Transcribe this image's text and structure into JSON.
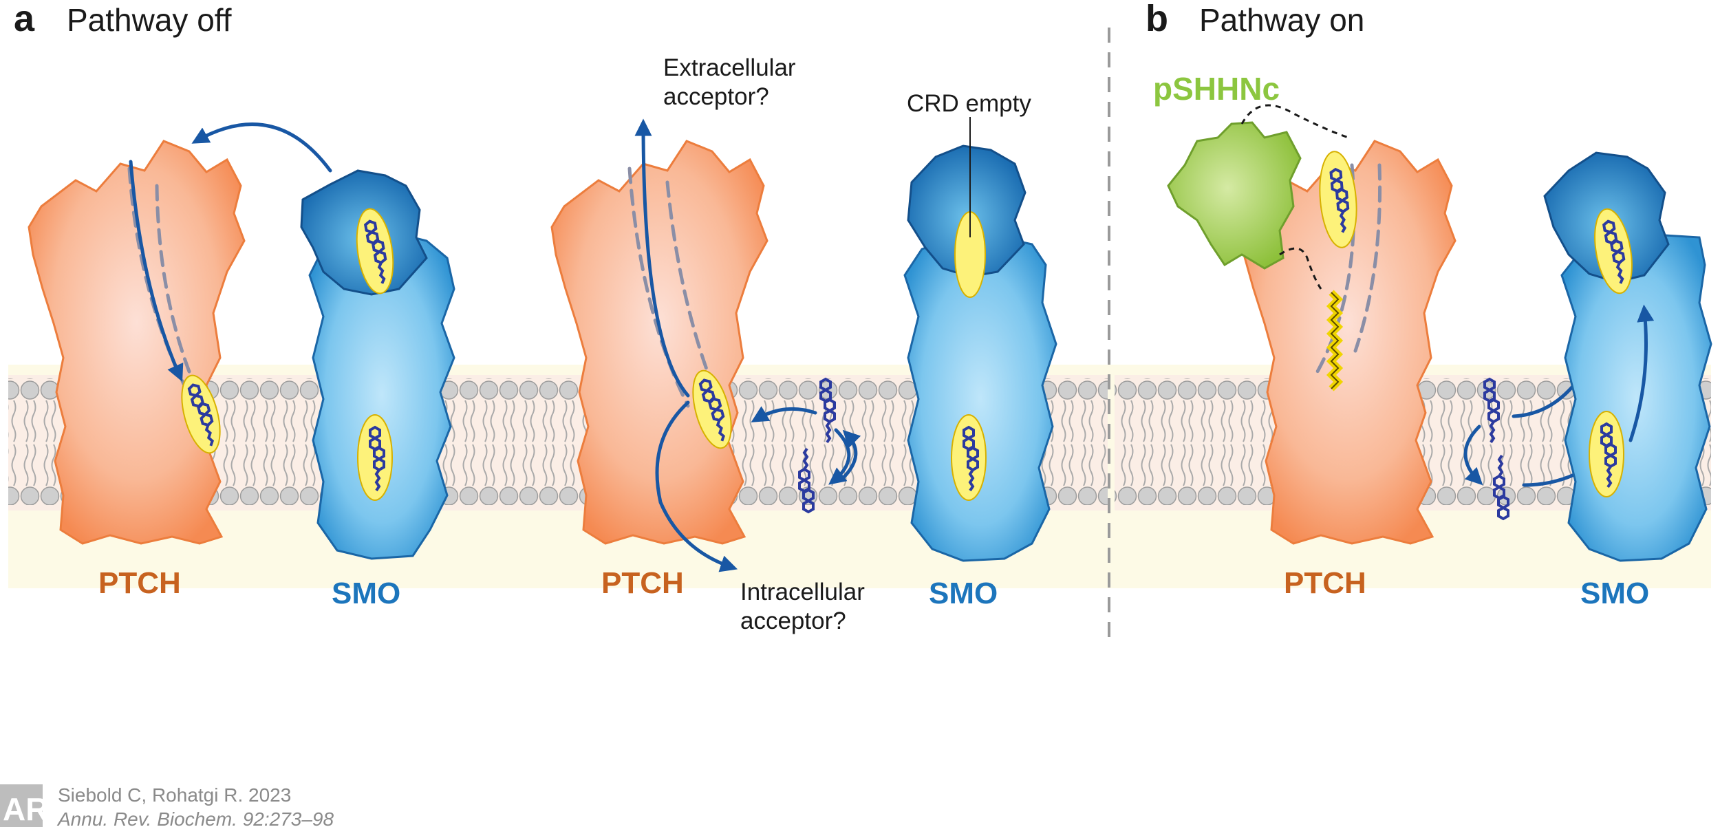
{
  "panels": {
    "a": {
      "letter": "a",
      "title": "Pathway off"
    },
    "b": {
      "letter": "b",
      "title": "Pathway on"
    }
  },
  "labels": {
    "ptch": "PTCH",
    "smo": "SMO",
    "extracellular": [
      "Extracellular",
      "acceptor?"
    ],
    "intracellular": [
      "Intracellular",
      "acceptor?"
    ],
    "crd_empty": "CRD empty",
    "pshhnc": "pSHHNc"
  },
  "credit": {
    "logo": "AR",
    "line1": "Siebold C, Rohatgi R. 2023",
    "line2": "Annu. Rev. Biochem. 92:273–98"
  },
  "colors": {
    "ptch": "#f79a6c",
    "smo": "#4aa6dc",
    "smo_crd": "#1f7fc0",
    "cholesterol": "#2b3a9f",
    "shh": "#9ccc49",
    "highlight": "#fdf27a",
    "membrane_head": "#c9c9c9",
    "arrow": "#1857a4"
  }
}
